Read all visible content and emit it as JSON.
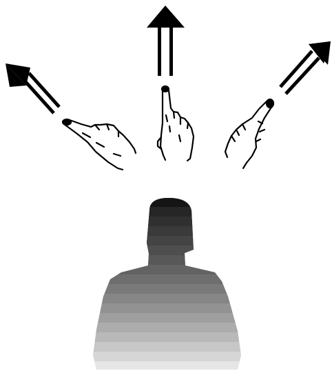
{
  "diagram": {
    "gestures": [
      {
        "direction": "left",
        "icon": "pointing-hand-left-icon",
        "arrow": "double-line-arrow-up-left-icon"
      },
      {
        "direction": "up",
        "icon": "pointing-hand-up-icon",
        "arrow": "double-line-arrow-up-icon"
      },
      {
        "direction": "right",
        "icon": "pointing-hand-right-icon",
        "arrow": "double-line-arrow-up-right-icon"
      }
    ],
    "figure": {
      "icon": "person-silhouette-icon",
      "gradient_top_color": "#111111",
      "gradient_bottom_color": "#f2f2f2"
    },
    "colors": {
      "ink": "#000000",
      "background": "#ffffff"
    }
  }
}
